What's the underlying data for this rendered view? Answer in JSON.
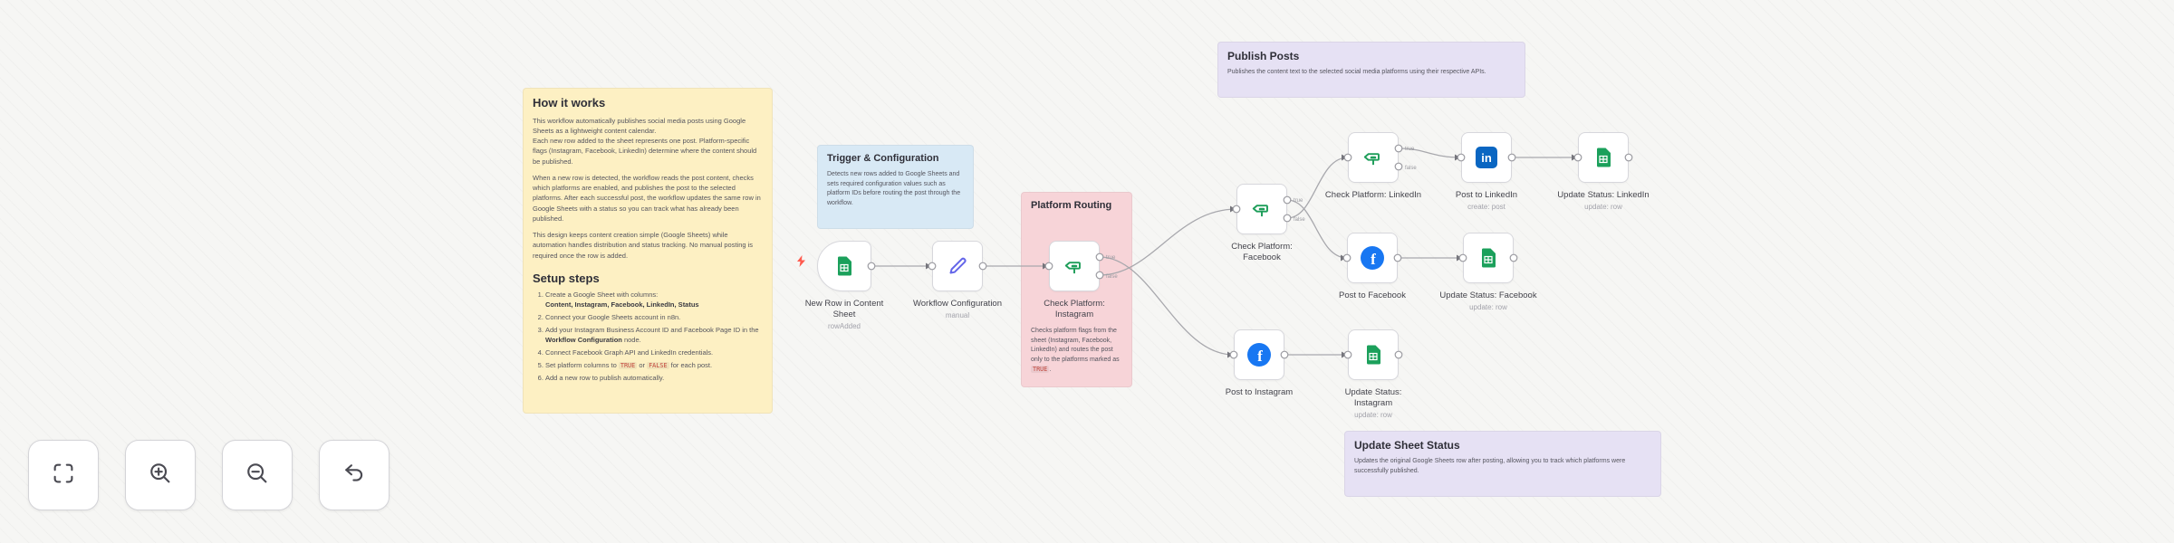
{
  "notes": {
    "how_it_works": {
      "title": "How it works",
      "p1": "This workflow automatically publishes social media posts using Google Sheets as a lightweight content calendar.\nEach new row added to the sheet represents one post. Platform-specific flags (Instagram, Facebook, LinkedIn) determine where the content should be published.",
      "p2": "When a new row is detected, the workflow reads the post content, checks which platforms are enabled, and publishes the post to the selected platforms. After each successful post, the workflow updates the same row in Google Sheets with a status so you can track what has already been published.",
      "p3": "This design keeps content creation simple (Google Sheets) while automation handles distribution and status tracking. No manual posting is required once the row is added.",
      "setup_title": "Setup steps",
      "steps": [
        {
          "text": "Create a Google Sheet with columns:",
          "bold": "Content, Instagram, Facebook, LinkedIn, Status"
        },
        {
          "text": "Connect your Google Sheets account in n8n."
        },
        {
          "text": "Add your Instagram Business Account ID and Facebook Page ID in the ",
          "bold": "Workflow Configuration",
          "text2": " node."
        },
        {
          "text": "Connect Facebook Graph API and LinkedIn credentials."
        },
        {
          "text": "Set platform columns to ",
          "code": "TRUE",
          "text2": " or ",
          "code2": "FALSE",
          "text3": " for each post."
        },
        {
          "text": "Add a new row to publish automatically."
        }
      ]
    },
    "trigger_config": {
      "title": "Trigger & Configuration",
      "body": "Detects new rows added to Google Sheets and sets required configuration values such as platform IDs before routing the post through the workflow."
    },
    "platform_routing": {
      "title": "Platform Routing",
      "body_text": "Checks platform flags from the sheet (Instagram, Facebook, LinkedIn) and routes the post only to the platforms marked as ",
      "body_code": "TRUE",
      "body_end": "."
    },
    "publish_posts": {
      "title": "Publish Posts",
      "body": "Publishes the content text to the selected social media platforms using their respective APIs."
    },
    "update_sheet_status": {
      "title": "Update Sheet Status",
      "body": "Updates the original Google Sheets row after posting, allowing you to track which platforms were successfully published."
    }
  },
  "nodes": [
    {
      "label": "New Row in Content\nSheet",
      "sublabel": "rowAdded",
      "icon": "google-sheets"
    },
    {
      "label": "Workflow Configuration",
      "sublabel": "manual",
      "icon": "pencil"
    },
    {
      "label": "Check Platform:\nInstagram",
      "icon": "switch"
    },
    {
      "label": "Check Platform:\nFacebook",
      "icon": "switch"
    },
    {
      "label": "Check Platform: LinkedIn",
      "icon": "switch"
    },
    {
      "label": "Post to LinkedIn",
      "sublabel": "create: post",
      "icon": "linkedin"
    },
    {
      "label": "Update Status: LinkedIn",
      "sublabel": "update: row",
      "icon": "google-sheets"
    },
    {
      "label": "Post to Facebook",
      "icon": "facebook"
    },
    {
      "label": "Update Status: Facebook",
      "sublabel": "update: row",
      "icon": "google-sheets"
    },
    {
      "label": "Post to Instagram",
      "icon": "facebook"
    },
    {
      "label": "Update Status:\nInstagram",
      "sublabel": "update: row",
      "icon": "google-sheets"
    }
  ],
  "edges": {
    "true_label": "true",
    "false_label": "false"
  },
  "icons": {
    "linkedin_glyph": "in",
    "facebook_glyph": "f"
  },
  "toolbar": {
    "buttons": [
      {
        "name": "zoom-to-fit"
      },
      {
        "name": "zoom-in"
      },
      {
        "name": "zoom-out"
      },
      {
        "name": "undo"
      }
    ]
  },
  "colors": {
    "sticky_yellow": "#fdf0c3",
    "sticky_blue": "#d8e9f5",
    "sticky_pink": "#f7d4d8",
    "sticky_purple": "#e6e1f4",
    "sheets_green": "#1ba05b",
    "switch_green": "#1e9e5a",
    "linkedin_blue": "#0a66c2",
    "facebook_blue": "#1877f2",
    "pencil_indigo": "#6466e9",
    "edge_gray": "#a8a8ad",
    "code_red": "#c2443a",
    "trigger_red": "#ff5a4e"
  }
}
